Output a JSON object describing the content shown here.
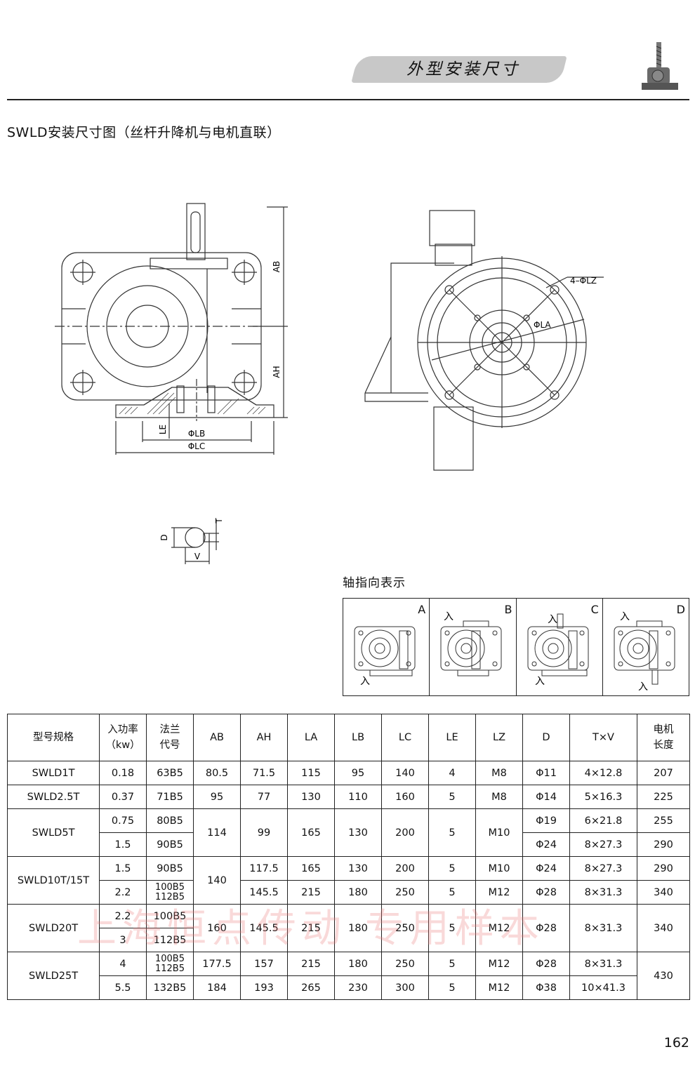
{
  "header": {
    "title": "外型安装尺寸"
  },
  "section_title": "SWLD安装尺寸图（丝杆升降机与电机直联）",
  "drawing_labels": {
    "ab": "AB",
    "ah": "AH",
    "le": "LE",
    "lb": "ΦLB",
    "lc": "ΦLC",
    "lz": "4–ΦLZ",
    "la": "ΦLA",
    "d": "D",
    "t": "T",
    "v": "V"
  },
  "axis_direction": {
    "title": "轴指向表示",
    "input_label": "入",
    "boxes": [
      "A",
      "B",
      "C",
      "D"
    ]
  },
  "table": {
    "headers": {
      "model": "型号规格",
      "power_line1": "入功率",
      "power_line2": "（kw）",
      "flange_line1": "法兰",
      "flange_line2": "代号",
      "ab": "AB",
      "ah": "AH",
      "la": "LA",
      "lb": "LB",
      "lc": "LC",
      "le": "LE",
      "lz": "LZ",
      "d": "D",
      "txv": "T×V",
      "motor_line1": "电机",
      "motor_line2": "长度"
    },
    "rows": [
      {
        "model": "SWLD1T",
        "power": "0.18",
        "flange": "63B5",
        "ab": "80.5",
        "ah": "71.5",
        "la": "115",
        "lb": "95",
        "lc": "140",
        "le": "4",
        "lz": "M8",
        "d": "Φ11",
        "txv": "4×12.8",
        "motor": "207"
      },
      {
        "model": "SWLD2.5T",
        "power": "0.37",
        "flange": "71B5",
        "ab": "95",
        "ah": "77",
        "la": "130",
        "lb": "110",
        "lc": "160",
        "le": "5",
        "lz": "M8",
        "d": "Φ14",
        "txv": "5×16.3",
        "motor": "225"
      },
      {
        "model": "SWLD5T",
        "power": "0.75",
        "flange": "80B5",
        "ab": "114",
        "ah": "99",
        "la": "165",
        "lb": "130",
        "lc": "200",
        "le": "5",
        "lz": "M10",
        "d": "Φ19",
        "txv": "6×21.8",
        "motor": "255"
      },
      {
        "power": "1.5",
        "flange": "90B5",
        "d": "Φ24",
        "txv": "8×27.3",
        "motor": "290"
      },
      {
        "model": "SWLD10T/15T",
        "power": "1.5",
        "flange": "90B5",
        "ab": "140",
        "ah": "117.5",
        "la": "165",
        "lb": "130",
        "lc": "200",
        "le": "5",
        "lz": "M10",
        "d": "Φ24",
        "txv": "8×27.3",
        "motor": "290"
      },
      {
        "power": "2.2",
        "flange": "100B5",
        "flange2": "112B5",
        "ah": "145.5",
        "la": "215",
        "lb": "180",
        "lc": "250",
        "le": "5",
        "lz": "M12",
        "d": "Φ28",
        "txv": "8×31.3",
        "motor": "340"
      },
      {
        "model": "SWLD20T",
        "power": "2.2",
        "flange": "100B5",
        "ab": "160",
        "ah": "145.5",
        "la": "215",
        "lb": "180",
        "lc": "250",
        "le": "5",
        "lz": "M12",
        "d": "Φ28",
        "txv": "8×31.3",
        "motor": "340"
      },
      {
        "power": "3",
        "flange": "112B5"
      },
      {
        "model": "SWLD25T",
        "power": "4",
        "flange": "100B5",
        "flange2": "112B5",
        "ab": "177.5",
        "ah": "157",
        "la": "215",
        "lb": "180",
        "lc": "250",
        "le": "5",
        "lz": "M12",
        "d": "Φ28",
        "txv": "8×31.3",
        "motor": "430"
      },
      {
        "power": "5.5",
        "flange": "132B5",
        "ab": "184",
        "ah": "193",
        "la": "265",
        "lb": "230",
        "lc": "300",
        "le": "5",
        "lz": "M12",
        "d": "Φ38",
        "txv": "10×41.3"
      }
    ]
  },
  "watermark": "上海恒点传动 专用样本",
  "page_number": "162"
}
